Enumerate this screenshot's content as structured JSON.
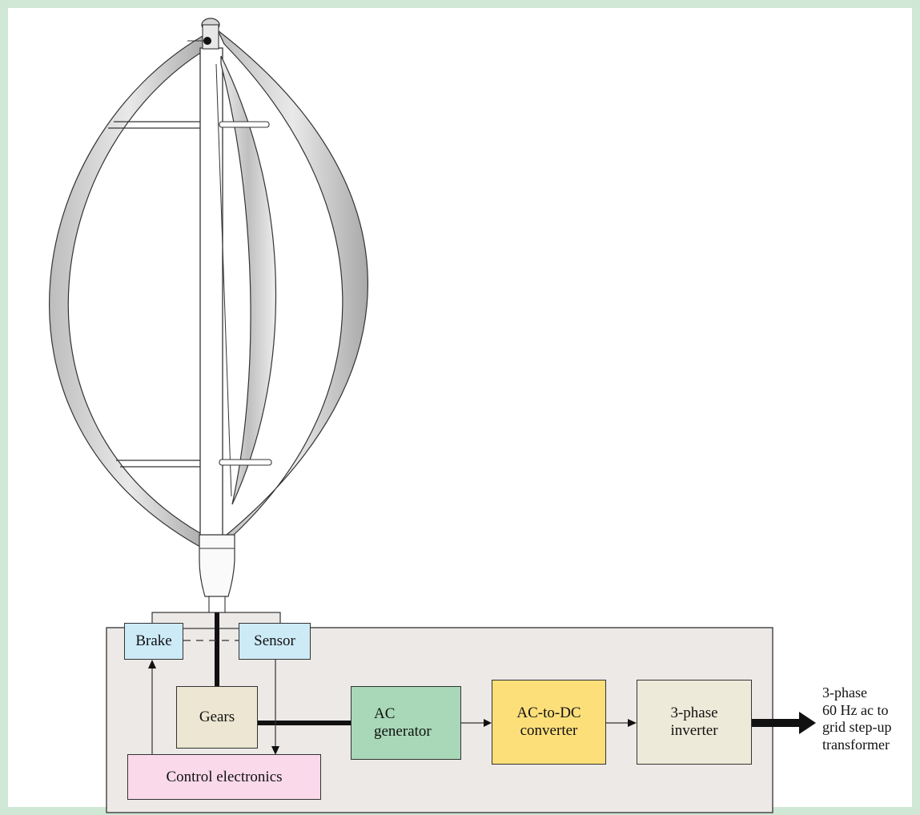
{
  "diagram": {
    "blocks": {
      "brake": "Brake",
      "sensor": "Sensor",
      "gears": "Gears",
      "control": "Control electronics",
      "generator": "AC\ngenerator",
      "converter": "AC-to-DC\nconverter",
      "inverter": "3-phase\ninverter"
    },
    "output_label": "3-phase\n60 Hz ac to\ngrid step-up\ntransformer"
  },
  "colors": {
    "background": "#cfe7d4",
    "housing": "#ece9e7",
    "brake_sensor": "#cdeaf7",
    "gears": "#ece6d2",
    "control": "#fad9ea",
    "generator": "#a8d8b7",
    "converter": "#fddf7a",
    "inverter": "#eeead9"
  }
}
